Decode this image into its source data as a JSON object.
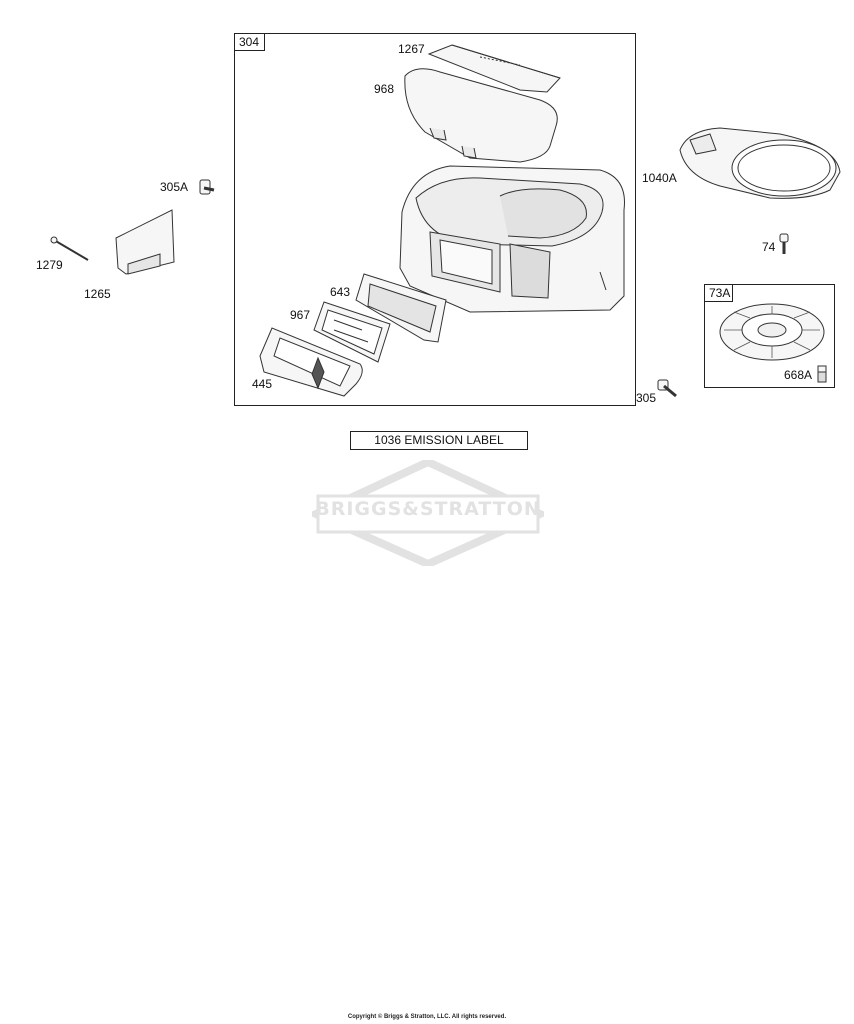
{
  "diagram": {
    "main_box_tag": "304",
    "inset_box_tag": "73A",
    "labels": {
      "p1267": "1267",
      "p968": "968",
      "p305A": "305A",
      "p1279": "1279",
      "p1265": "1265",
      "p643": "643",
      "p967": "967",
      "p445": "445",
      "p305": "305",
      "p1040A": "1040A",
      "p74": "74",
      "p668A": "668A"
    },
    "emission_label": "1036 EMISSION LABEL",
    "watermark": "BRIGGS&STRATTON",
    "copyright": "Copyright © Briggs & Stratton, LLC. All rights reserved."
  }
}
